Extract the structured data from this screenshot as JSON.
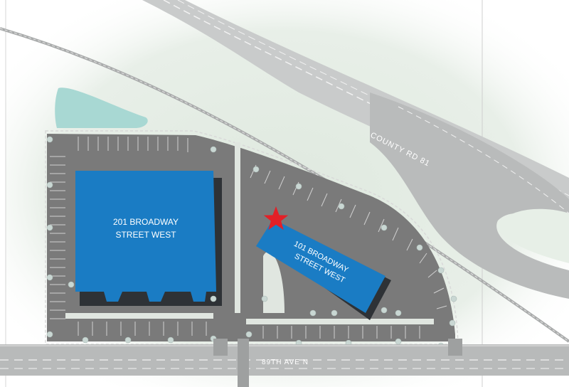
{
  "colors": {
    "background": "#ffffff",
    "greenspace": "#e3ece3",
    "pavement": "#7a7a7a",
    "road_light": "#c9cbcb",
    "road_mid": "#9ea0a0",
    "lane_mark": "#f2f2f2",
    "building": "#1a7cc4",
    "building_shadow": "#2e3236",
    "pond": "#a8d8d3",
    "tree": "#c9d7d3",
    "marker": "#e32027"
  },
  "icons": {
    "site_marker": "star-icon"
  },
  "buildings": [
    {
      "id": "b201",
      "line1": "201 BROADWAY",
      "line2": "STREET WEST"
    },
    {
      "id": "b101",
      "line1": "101 BROADWAY",
      "line2": "STREET WEST"
    }
  ],
  "roads": [
    {
      "id": "county-rd-81",
      "name": "COUNTY RD 81"
    },
    {
      "id": "89th-ave-n",
      "name": "89TH AVE N"
    }
  ]
}
